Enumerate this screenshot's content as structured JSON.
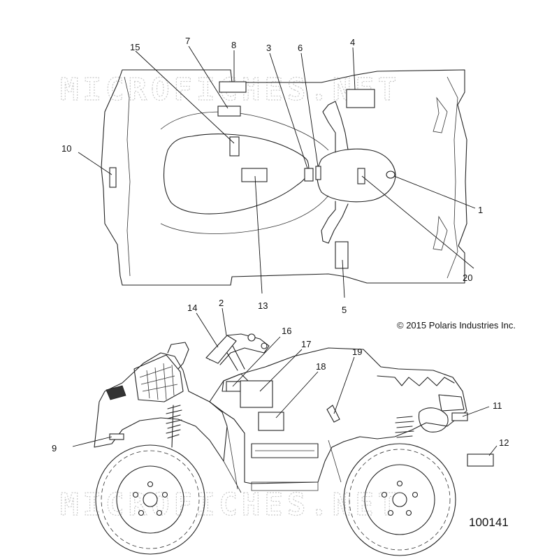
{
  "watermark": {
    "text": "MICROFICHES.NET"
  },
  "copyright": "© 2015 Polaris Industries Inc.",
  "figure_number": "100141",
  "callouts": {
    "c1": "1",
    "c2": "2",
    "c3": "3",
    "c4": "4",
    "c5": "5",
    "c6": "6",
    "c7": "7",
    "c8": "8",
    "c9": "9",
    "c10": "10",
    "c11": "11",
    "c12": "12",
    "c13": "13",
    "c14": "14",
    "c15": "15",
    "c16": "16",
    "c17": "17",
    "c18": "18",
    "c19": "19",
    "c20": "20"
  },
  "colors": {
    "line": "#222222",
    "watermark": "#c9c9c9",
    "background": "#ffffff"
  }
}
